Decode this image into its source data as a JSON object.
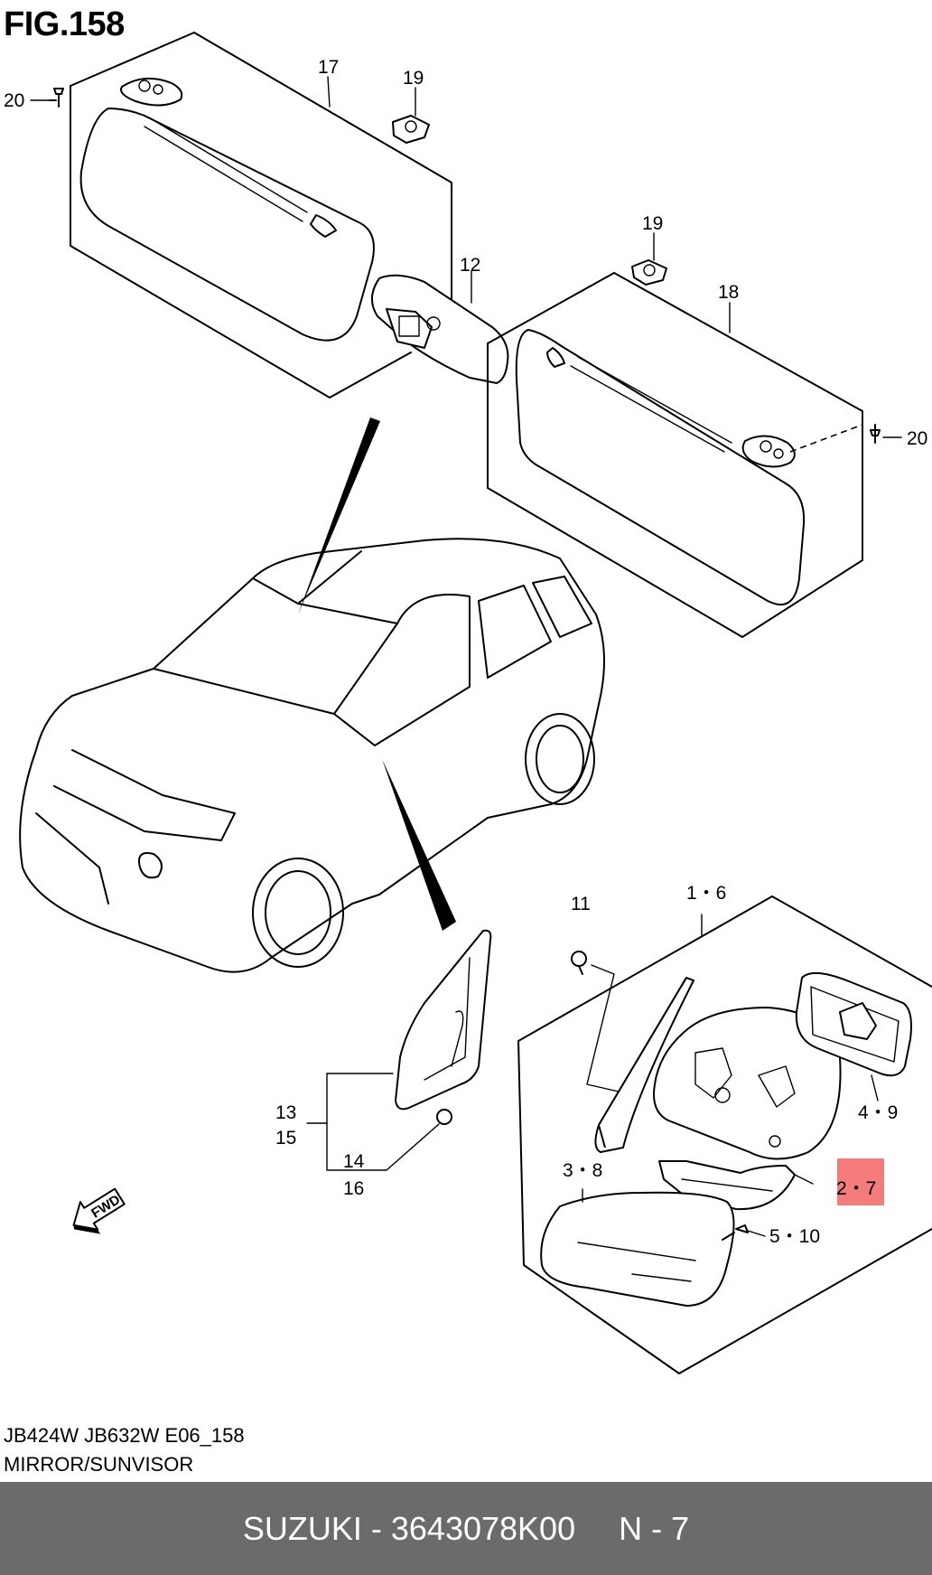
{
  "figure": {
    "title": "FIG.158",
    "model_code": "JB424W JB632W E06_158",
    "section_name": "MIRROR/SUNVISOR"
  },
  "callouts": [
    {
      "id": "c17",
      "label": "17"
    },
    {
      "id": "c19a",
      "label": "19"
    },
    {
      "id": "c20a",
      "label": "20"
    },
    {
      "id": "c12",
      "label": "12"
    },
    {
      "id": "c19b",
      "label": "19"
    },
    {
      "id": "c18",
      "label": "18"
    },
    {
      "id": "c20b",
      "label": "20"
    },
    {
      "id": "c11",
      "label": "11"
    },
    {
      "id": "c16a",
      "label": "1・6"
    },
    {
      "id": "c49",
      "label": "4・9"
    },
    {
      "id": "c27",
      "label": "2・7",
      "highlighted": true
    },
    {
      "id": "c38",
      "label": "3・8"
    },
    {
      "id": "c510",
      "label": "5・10"
    },
    {
      "id": "c13",
      "label": "13"
    },
    {
      "id": "c15",
      "label": "15"
    },
    {
      "id": "c14",
      "label": "14"
    },
    {
      "id": "c16b",
      "label": "16"
    }
  ],
  "fwd_label": "FWD",
  "highlight_color": "#f47c7c",
  "banner": {
    "brand_part": "SUZUKI - 3643078K00",
    "qty": "N - 7"
  }
}
